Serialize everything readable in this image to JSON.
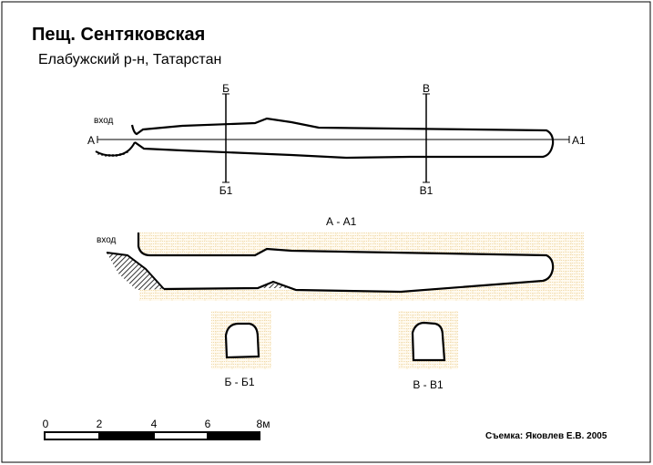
{
  "title": "Пещ. Сентяковская",
  "subtitle": "Елабужский р-н, Татарстан",
  "plan": {
    "entrance_label": "вход",
    "axis_start": "А",
    "axis_end": "А1",
    "section_b_top": "Б",
    "section_b_bottom": "Б1",
    "section_v_top": "В",
    "section_v_bottom": "В1"
  },
  "profile": {
    "title": "А - А1",
    "entrance_label": "вход"
  },
  "cross_sections": [
    {
      "label": "Б - Б1"
    },
    {
      "label": "В - В1"
    }
  ],
  "scale": {
    "ticks": [
      "0",
      "2",
      "4",
      "6",
      "8м"
    ]
  },
  "credit": "Съемка: Яковлев Е.В. 2005",
  "colors": {
    "brick": "#f0d9a8",
    "line": "#000000",
    "axis": "#808080"
  }
}
